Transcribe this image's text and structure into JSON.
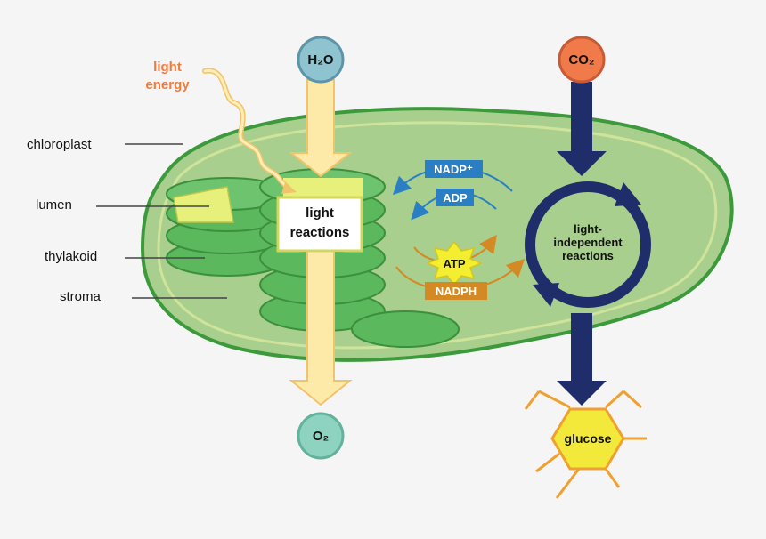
{
  "labels": {
    "light_energy_line1": "light",
    "light_energy_line2": "energy",
    "chloroplast": "chloroplast",
    "lumen": "lumen",
    "thylakoid": "thylakoid",
    "stroma": "stroma",
    "light_reactions_line1": "light",
    "light_reactions_line2": "reactions",
    "lir_line1": "light-",
    "lir_line2": "independent",
    "lir_line3": "reactions",
    "glucose": "glucose"
  },
  "molecules": {
    "h2o": "H₂O",
    "co2": "CO₂",
    "o2": "O₂",
    "nadp": "NADP⁺",
    "adp": "ADP",
    "atp": "ATP",
    "nadph": "NADPH"
  },
  "colors": {
    "background": "#f5f5f5",
    "chloroplast_fill": "#a8cf8d",
    "chloroplast_outline": "#3c9a3c",
    "thylakoid_green": "#5cb85c",
    "lumen_yellow": "#e6f07a",
    "water_circle": "#8fc3d0",
    "co2_circle": "#f07a4a",
    "o2_circle": "#8dd3c0",
    "light_arrow": "#fde9a8",
    "calvin_navy": "#1f2d6b",
    "nadp_blue": "#2a7fc4",
    "atp_yellow": "#f4ee30",
    "nadph_orange": "#d48a24",
    "glucose_yellow": "#f2e93a",
    "light_energy_text": "#f47a3a"
  },
  "icons": [
    "light-energy-wave-icon",
    "calvin-cycle-icon",
    "atp-burst-icon",
    "glucose-hexagon-icon"
  ]
}
